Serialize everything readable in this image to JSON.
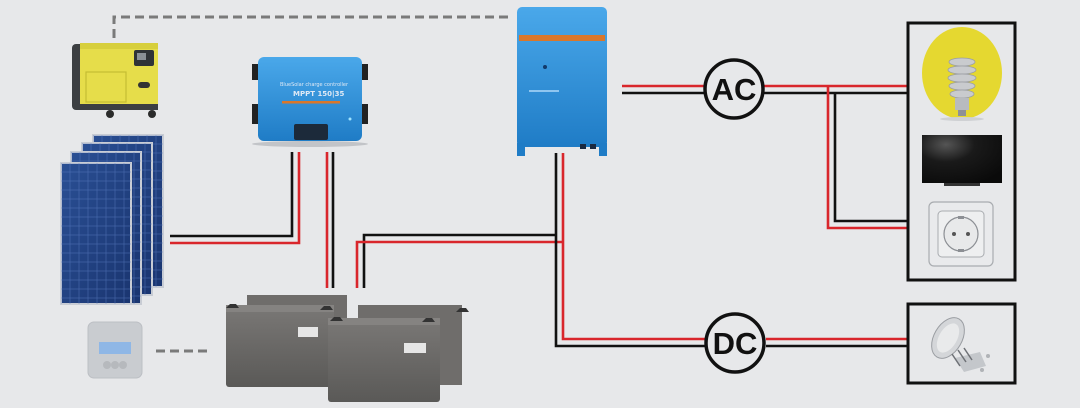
{
  "diagram": {
    "title": "Off-grid solar power system",
    "colors": {
      "background": "#e7e8ea",
      "positive_wire": "#d9262c",
      "negative_wire": "#111111",
      "device_blue": "#2e8fd6",
      "device_orange": "#d9772b",
      "generator_yellow": "#e8e04a",
      "battery_grey": "#6b6a68",
      "dashed_signal": "#777777"
    },
    "components": {
      "generator": {
        "label": "Generator",
        "icon": "generator-icon"
      },
      "solar_panels": {
        "label": "Solar panels",
        "icon": "solar-panel-icon",
        "count": 4
      },
      "charge_controller": {
        "label": "BlueSolar charge controller",
        "model": "MPPT 150|35",
        "icon": "charge-controller-icon"
      },
      "inverter": {
        "label": "Inverter/charger",
        "icon": "inverter-icon"
      },
      "battery_monitor": {
        "label": "Battery monitor",
        "icon": "battery-monitor-icon"
      },
      "batteries": {
        "label": "Battery bank",
        "icon": "battery-icon",
        "count": 4
      }
    },
    "buses": {
      "ac": {
        "label": "AC"
      },
      "dc": {
        "label": "DC"
      }
    },
    "ac_loads": [
      {
        "label": "Light bulb",
        "icon": "cfl-bulb-icon"
      },
      {
        "label": "Television",
        "icon": "tv-icon"
      },
      {
        "label": "Wall socket",
        "icon": "power-socket-icon"
      }
    ],
    "dc_loads": [
      {
        "label": "LED spotlight",
        "icon": "led-spotlight-icon"
      }
    ]
  }
}
